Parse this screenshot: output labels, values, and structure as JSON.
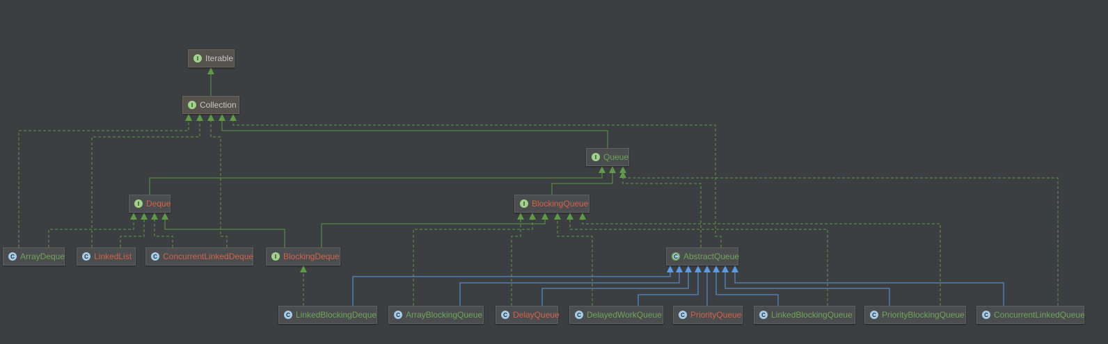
{
  "diagram": {
    "nodes": [
      {
        "id": "iterable",
        "label": "Iterable",
        "kind": "interface",
        "color": "gray"
      },
      {
        "id": "collection",
        "label": "Collection",
        "kind": "interface",
        "color": "gray"
      },
      {
        "id": "queue",
        "label": "Queue",
        "kind": "interface",
        "color": "green"
      },
      {
        "id": "deque",
        "label": "Deque",
        "kind": "interface",
        "color": "red"
      },
      {
        "id": "blockingqueue",
        "label": "BlockingQueue",
        "kind": "interface",
        "color": "red"
      },
      {
        "id": "arraydeque",
        "label": "ArrayDeque",
        "kind": "class",
        "color": "green"
      },
      {
        "id": "linkedlist",
        "label": "LinkedList",
        "kind": "class",
        "color": "red"
      },
      {
        "id": "concurrentlinkeddeque",
        "label": "ConcurrentLinkedDeque",
        "kind": "class",
        "color": "red"
      },
      {
        "id": "blockingdeque",
        "label": "BlockingDeque",
        "kind": "interface",
        "color": "red"
      },
      {
        "id": "abstractqueue",
        "label": "AbstractQueue",
        "kind": "abstract",
        "color": "green"
      },
      {
        "id": "linkedblockingdeque",
        "label": "LinkedBlockingDeque",
        "kind": "class",
        "color": "green"
      },
      {
        "id": "arrayblockingqueue",
        "label": "ArrayBlockingQueue",
        "kind": "class",
        "color": "green"
      },
      {
        "id": "delayqueue",
        "label": "DelayQueue",
        "kind": "class",
        "color": "red"
      },
      {
        "id": "delayedworkqueue",
        "label": "DelayedWorkQueue",
        "kind": "class",
        "color": "green"
      },
      {
        "id": "priorityqueue",
        "label": "PriorityQueue",
        "kind": "class",
        "color": "red"
      },
      {
        "id": "linkedblockingqueue",
        "label": "LinkedBlockingQueue",
        "kind": "class",
        "color": "green"
      },
      {
        "id": "priorityblockingqueue",
        "label": "PriorityBlockingQueue",
        "kind": "class",
        "color": "green"
      },
      {
        "id": "concurrentlinkedqueue",
        "label": "ConcurrentLinkedQueue",
        "kind": "class",
        "color": "green"
      }
    ],
    "edges": [
      {
        "from": "collection",
        "to": "iterable",
        "type": "extends"
      },
      {
        "from": "queue",
        "to": "collection",
        "type": "extends"
      },
      {
        "from": "deque",
        "to": "queue",
        "type": "extends"
      },
      {
        "from": "blockingqueue",
        "to": "queue",
        "type": "extends"
      },
      {
        "from": "blockingdeque",
        "to": "deque",
        "type": "extends"
      },
      {
        "from": "blockingdeque",
        "to": "blockingqueue",
        "type": "extends"
      },
      {
        "from": "arraydeque",
        "to": "collection",
        "type": "implements"
      },
      {
        "from": "arraydeque",
        "to": "deque",
        "type": "implements"
      },
      {
        "from": "linkedlist",
        "to": "collection",
        "type": "implements"
      },
      {
        "from": "linkedlist",
        "to": "deque",
        "type": "implements"
      },
      {
        "from": "concurrentlinkeddeque",
        "to": "collection",
        "type": "implements"
      },
      {
        "from": "concurrentlinkeddeque",
        "to": "deque",
        "type": "implements"
      },
      {
        "from": "abstractqueue",
        "to": "collection",
        "type": "implements"
      },
      {
        "from": "abstractqueue",
        "to": "queue",
        "type": "implements"
      },
      {
        "from": "linkedblockingdeque",
        "to": "blockingdeque",
        "type": "implements"
      },
      {
        "from": "linkedblockingdeque",
        "to": "abstractqueue",
        "type": "subclass"
      },
      {
        "from": "arrayblockingqueue",
        "to": "blockingqueue",
        "type": "implements"
      },
      {
        "from": "arrayblockingqueue",
        "to": "abstractqueue",
        "type": "subclass"
      },
      {
        "from": "delayqueue",
        "to": "blockingqueue",
        "type": "implements"
      },
      {
        "from": "delayqueue",
        "to": "abstractqueue",
        "type": "subclass"
      },
      {
        "from": "delayedworkqueue",
        "to": "blockingqueue",
        "type": "implements"
      },
      {
        "from": "delayedworkqueue",
        "to": "abstractqueue",
        "type": "subclass"
      },
      {
        "from": "priorityqueue",
        "to": "abstractqueue",
        "type": "subclass"
      },
      {
        "from": "linkedblockingqueue",
        "to": "blockingqueue",
        "type": "implements"
      },
      {
        "from": "linkedblockingqueue",
        "to": "abstractqueue",
        "type": "subclass"
      },
      {
        "from": "priorityblockingqueue",
        "to": "blockingqueue",
        "type": "implements"
      },
      {
        "from": "priorityblockingqueue",
        "to": "abstractqueue",
        "type": "subclass"
      },
      {
        "from": "concurrentlinkedqueue",
        "to": "queue",
        "type": "implements"
      },
      {
        "from": "concurrentlinkedqueue",
        "to": "abstractqueue",
        "type": "subclass"
      }
    ],
    "colors": {
      "background": "#3c3f41",
      "interface_edge": "#5f9a47",
      "class_edge": "#5b9be6",
      "label_green": "#6fa45a",
      "label_red": "#d2624a",
      "label_gray": "#c6c6c6"
    }
  }
}
